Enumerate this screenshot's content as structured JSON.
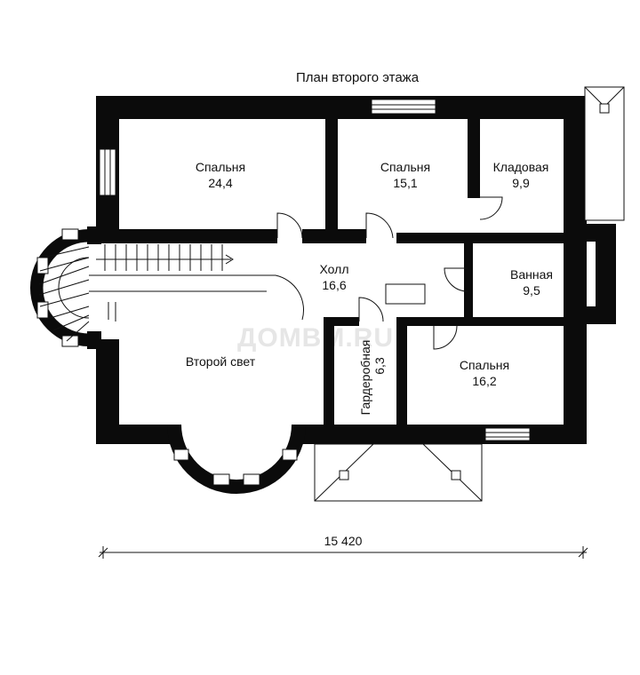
{
  "title": "План второго этажа",
  "watermark": "ДОМВМ.RU",
  "dimension": "15 420",
  "rooms": [
    {
      "name": "Спальня",
      "area": "24,4"
    },
    {
      "name": "Спальня",
      "area": "15,1"
    },
    {
      "name": "Кладовая",
      "area": "9,9"
    },
    {
      "name": "Холл",
      "area": "16,6"
    },
    {
      "name": "Ванная",
      "area": "9,5"
    },
    {
      "name": "Второй свет"
    },
    {
      "name": "Гардеробная",
      "area": "6,3"
    },
    {
      "name": "Спальня",
      "area": "16,2"
    }
  ]
}
